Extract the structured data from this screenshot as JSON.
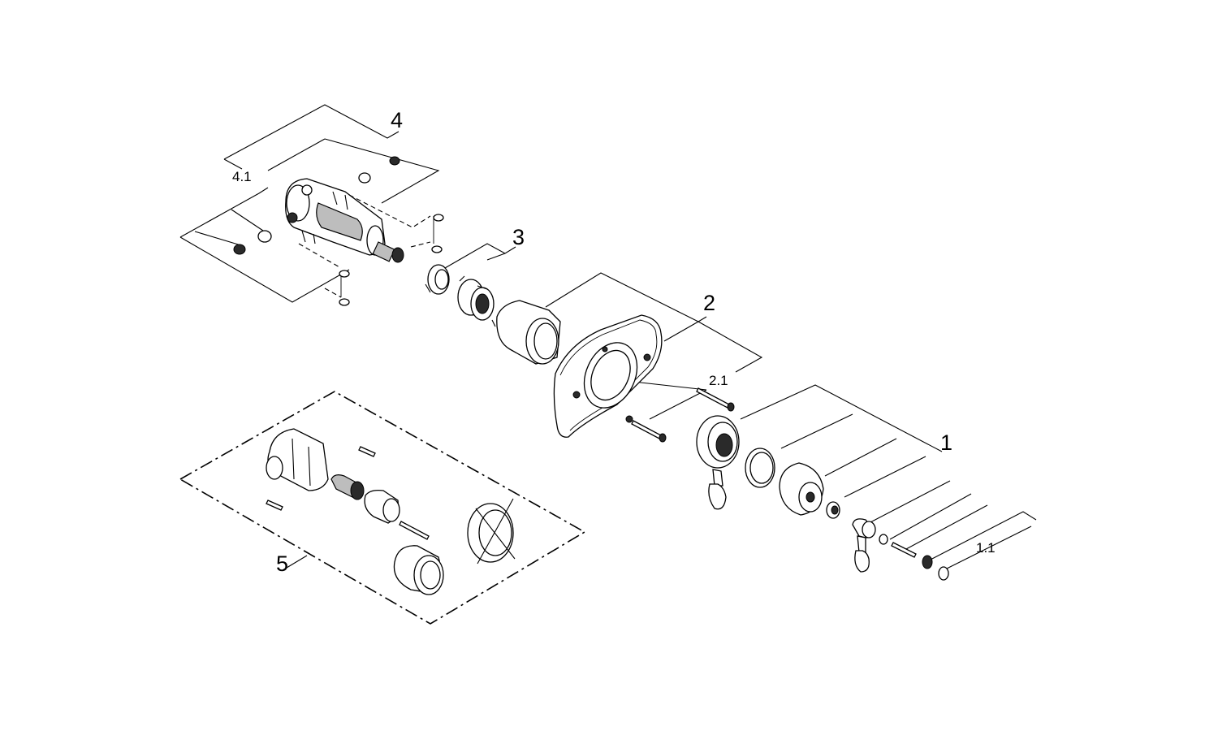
{
  "diagram": {
    "labels": {
      "l1": "1",
      "l1_1": "1.1",
      "l2": "2",
      "l2_1": "2.1",
      "l3": "3",
      "l4": "4",
      "l4_1": "4.1",
      "l5": "5"
    }
  }
}
